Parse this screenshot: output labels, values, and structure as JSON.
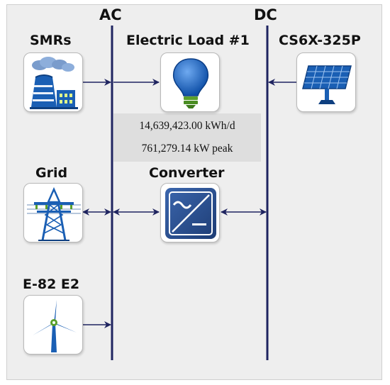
{
  "buses": {
    "ac_label": "AC",
    "dc_label": "DC"
  },
  "components": {
    "smrs": {
      "label": "SMRs",
      "icon": "nuclear-plant-icon"
    },
    "electric_load": {
      "label": "Electric Load #1",
      "icon": "light-bulb-icon",
      "energy": "14,639,423.00 kWh/d",
      "peak": "761,279.14 kW peak"
    },
    "pv": {
      "label": "CS6X-325P",
      "icon": "solar-panel-icon"
    },
    "grid": {
      "label": "Grid",
      "icon": "power-tower-icon"
    },
    "converter": {
      "label": "Converter",
      "icon": "converter-icon"
    },
    "wind": {
      "label": "E-82 E2",
      "icon": "wind-turbine-icon"
    }
  },
  "colors": {
    "bus_line": "#1f2460",
    "icon_blue": "#1a5fb4",
    "bulb_base": "#5aa02c",
    "converter_bg": "#2a4f8f"
  }
}
